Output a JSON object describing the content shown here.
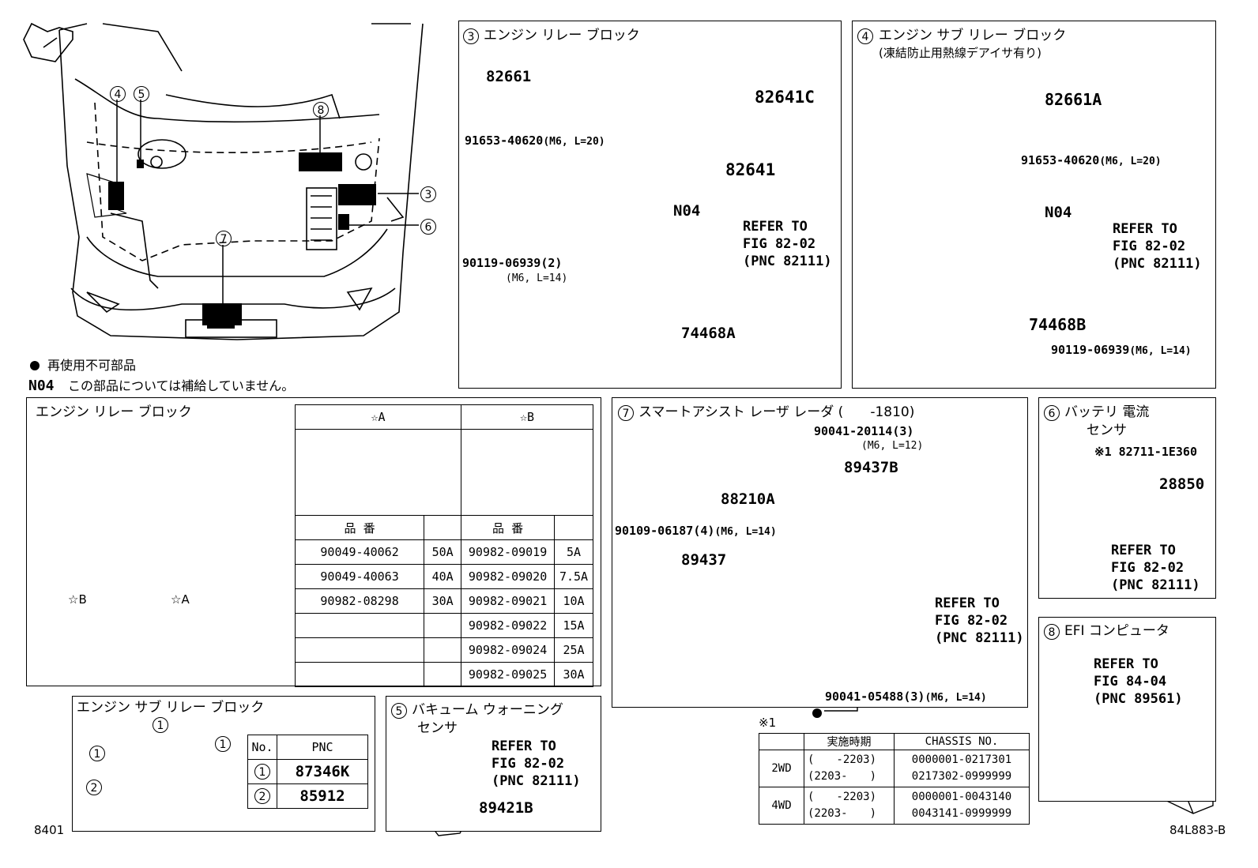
{
  "legend": {
    "non_reusable": "再使用不可部品",
    "n04_code": "N04",
    "n04_note": "この部品については補給していません。"
  },
  "vehicle_labels": [
    "4",
    "5",
    "8",
    "3",
    "6",
    "7"
  ],
  "panel3": {
    "num": "3",
    "title": "エンジン リレー ブロック",
    "p_cover": "82661",
    "p_relay_c": "82641C",
    "p_relay": "82641",
    "bolt": "91653-40620",
    "bolt_spec": "(M6, L=20)",
    "n04": "N04",
    "bolt2": "90119-06939(2)",
    "bolt2_spec": "(M6, L=14)",
    "bracket": "74468A",
    "refer": "REFER TO\nFIG 82-02\n(PNC 82111)"
  },
  "panel4": {
    "num": "4",
    "title": "エンジン サブ リレー ブロック",
    "subtitle": "(凍結防止用熱線デアイサ有り)",
    "p_cover": "82661A",
    "bolt": "91653-40620",
    "bolt_spec": "(M6, L=20)",
    "n04": "N04",
    "bracket": "74468B",
    "bolt2": "90119-06939",
    "bolt2_spec": "(M6, L=14)",
    "refer": "REFER TO\nFIG 82-02\n(PNC 82111)"
  },
  "relay_block": {
    "title": "エンジン リレー ブロック",
    "star_b": "☆B",
    "star_a": "☆A",
    "col_a": "☆A",
    "col_b": "☆B",
    "hinban": "品 番",
    "rows_a": [
      [
        "90049-40062",
        "50A"
      ],
      [
        "90049-40063",
        "40A"
      ],
      [
        "90982-08298",
        "30A"
      ],
      [
        "",
        ""
      ],
      [
        "",
        ""
      ],
      [
        "",
        ""
      ]
    ],
    "rows_b": [
      [
        "90982-09019",
        "5A"
      ],
      [
        "90982-09020",
        "7.5A"
      ],
      [
        "90982-09021",
        "10A"
      ],
      [
        "90982-09022",
        "15A"
      ],
      [
        "90982-09024",
        "25A"
      ],
      [
        "90982-09025",
        "30A"
      ]
    ]
  },
  "panel7": {
    "num": "7",
    "title": "スマートアシスト レーザ レーダ (　　-1810)",
    "bolt_top": "90041-20114(3)",
    "bolt_top_spec": "(M6, L=12)",
    "p_bracket_b": "89437B",
    "p_sensor": "88210A",
    "bolt_left": "90109-06187(4)",
    "bolt_left_spec": "(M6, L=14)",
    "p_bracket": "89437",
    "bolt_bottom": "90041-05488(3)",
    "bolt_bottom_spec": "(M6, L=14)",
    "refer": "REFER TO\nFIG 82-02\n(PNC 82111)"
  },
  "panel6": {
    "num": "6",
    "title": "バッテリ 電流",
    "title2": "センサ",
    "p_clip": "※1 82711-1E360",
    "p_sensor": "28850",
    "refer": "REFER TO\nFIG 82-02\n(PNC 82111)"
  },
  "panel8": {
    "num": "8",
    "title": "EFI コンピュータ",
    "refer": "REFER TO\nFIG 84-04\n(PNC 89561)"
  },
  "sub_relay": {
    "title": "エンジン サブ リレー ブロック",
    "callouts": [
      "1",
      "1",
      "1",
      "2"
    ],
    "col_no": "No.",
    "col_pnc": "PNC",
    "rows": [
      [
        "1",
        "87346K"
      ],
      [
        "2",
        "85912"
      ]
    ]
  },
  "panel5": {
    "num": "5",
    "title": "バキューム ウォーニング",
    "title2": "センサ",
    "part": "89421B",
    "refer": "REFER TO\nFIG 82-02\n(PNC 82111)"
  },
  "chassis": {
    "note": "※1",
    "col_period": "実施時期",
    "col_chassis": "CHASSIS NO.",
    "rows": [
      {
        "drive": "2WD",
        "periods": [
          "(　　-2203)",
          "(2203-　　)"
        ],
        "nums": [
          "0000001-0217301",
          "0217302-0999999"
        ]
      },
      {
        "drive": "4WD",
        "periods": [
          "(　　-2203)",
          "(2203-　　)"
        ],
        "nums": [
          "0000001-0043140",
          "0043141-0999999"
        ]
      }
    ]
  },
  "page_num": "8401",
  "fig_code": "84L883-B"
}
